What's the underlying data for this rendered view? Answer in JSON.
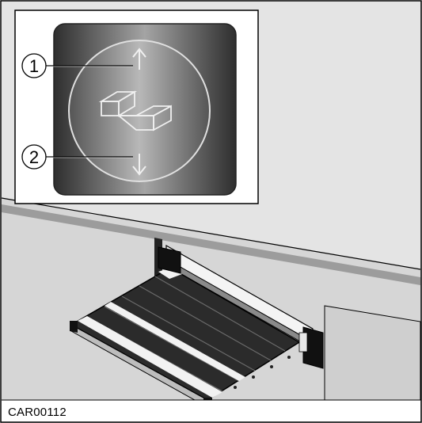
{
  "figure": {
    "code": "CAR00112",
    "callouts": [
      {
        "number": "1",
        "meaning": "step-extend-arrow-icon"
      },
      {
        "number": "2",
        "meaning": "step-retract-arrow-icon"
      }
    ]
  },
  "colors": {
    "wall": "#e3e3e3",
    "wall_shadow": "#b8b8b8",
    "button_dark": "#3a3a3a",
    "button_light": "#9a9a9a",
    "outline": "#000000"
  },
  "icons": [
    "arrow-up-icon",
    "steps-icon",
    "arrow-down-icon",
    "step-unit-icon"
  ]
}
